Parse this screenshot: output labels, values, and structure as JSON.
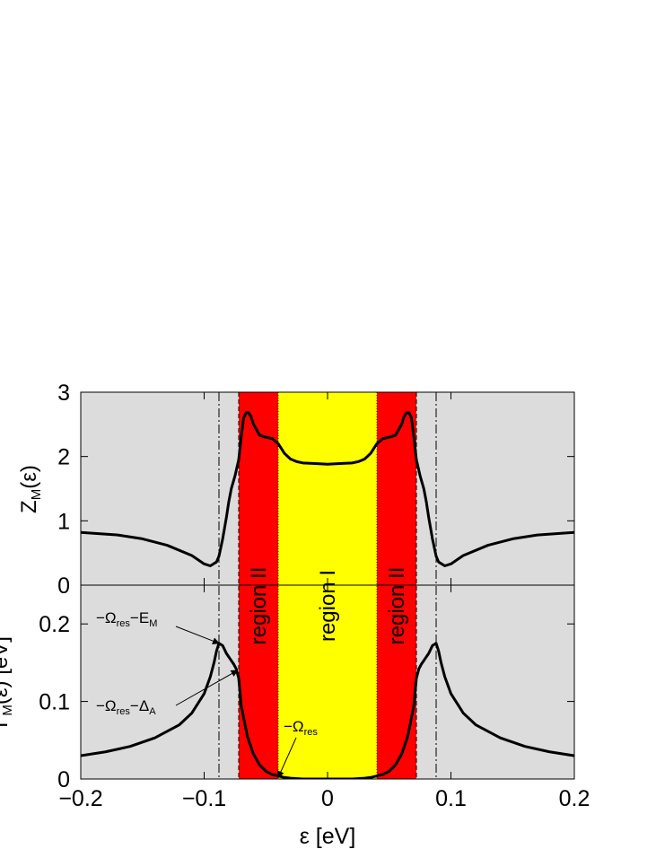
{
  "chart_data": [
    {
      "type": "line",
      "panel": "top",
      "ylabel": "Z_M(ε)",
      "xlim": [
        -0.2,
        0.2
      ],
      "ylim": [
        0,
        3
      ],
      "yticks": [
        "0",
        "1",
        "2",
        "3"
      ],
      "series": [
        {
          "x": [
            -0.2,
            -0.17,
            -0.15,
            -0.13,
            -0.11,
            -0.1,
            -0.095,
            -0.09,
            -0.088,
            -0.085,
            -0.082,
            -0.08,
            -0.078,
            -0.075,
            -0.072,
            -0.07,
            -0.068,
            -0.066,
            -0.064,
            -0.062,
            -0.06,
            -0.055,
            -0.05,
            -0.045,
            -0.04,
            -0.035,
            -0.03,
            -0.025,
            -0.02,
            -0.01,
            0,
            0.01,
            0.02,
            0.025,
            0.03,
            0.035,
            0.04,
            0.045,
            0.05,
            0.055,
            0.06,
            0.062,
            0.064,
            0.066,
            0.068,
            0.07,
            0.072,
            0.075,
            0.078,
            0.08,
            0.082,
            0.085,
            0.088,
            0.09,
            0.095,
            0.1,
            0.11,
            0.13,
            0.15,
            0.17,
            0.2
          ],
          "y": [
            0.82,
            0.78,
            0.72,
            0.62,
            0.46,
            0.33,
            0.3,
            0.36,
            0.45,
            0.72,
            1.05,
            1.3,
            1.5,
            1.7,
            1.95,
            2.3,
            2.6,
            2.68,
            2.68,
            2.62,
            2.5,
            2.33,
            2.3,
            2.28,
            2.2,
            2.05,
            1.96,
            1.92,
            1.9,
            1.89,
            1.88,
            1.89,
            1.9,
            1.92,
            1.96,
            2.05,
            2.2,
            2.28,
            2.3,
            2.33,
            2.5,
            2.62,
            2.68,
            2.68,
            2.6,
            2.3,
            1.95,
            1.7,
            1.5,
            1.3,
            1.05,
            0.72,
            0.45,
            0.36,
            0.3,
            0.33,
            0.46,
            0.62,
            0.72,
            0.78,
            0.82
          ]
        }
      ]
    },
    {
      "type": "line",
      "panel": "bottom",
      "ylabel": "Γ_M(ε) [eV]",
      "xlabel": "ε [eV]",
      "xlim": [
        -0.2,
        0.2
      ],
      "ylim": [
        0,
        0.25
      ],
      "xticks": [
        "−0.2",
        "−0.1",
        "0",
        "0.1",
        "0.2"
      ],
      "yticks": [
        "0",
        "0.1",
        "0.2"
      ],
      "series": [
        {
          "x": [
            -0.2,
            -0.18,
            -0.16,
            -0.14,
            -0.12,
            -0.11,
            -0.1,
            -0.095,
            -0.092,
            -0.09,
            -0.088,
            -0.085,
            -0.082,
            -0.079,
            -0.076,
            -0.074,
            -0.072,
            -0.07,
            -0.065,
            -0.06,
            -0.055,
            -0.05,
            -0.045,
            -0.04,
            -0.035,
            -0.03,
            -0.02,
            0,
            0.02,
            0.03,
            0.035,
            0.04,
            0.045,
            0.05,
            0.055,
            0.06,
            0.065,
            0.07,
            0.072,
            0.074,
            0.076,
            0.079,
            0.082,
            0.085,
            0.088,
            0.09,
            0.092,
            0.095,
            0.1,
            0.11,
            0.12,
            0.14,
            0.16,
            0.18,
            0.2
          ],
          "y": [
            0.03,
            0.035,
            0.042,
            0.053,
            0.07,
            0.085,
            0.11,
            0.132,
            0.15,
            0.165,
            0.175,
            0.172,
            0.162,
            0.155,
            0.148,
            0.142,
            0.13,
            0.095,
            0.055,
            0.032,
            0.018,
            0.01,
            0.006,
            0.004,
            0.002,
            0.001,
            0.0,
            0.0,
            0.0,
            0.001,
            0.002,
            0.004,
            0.006,
            0.01,
            0.018,
            0.032,
            0.055,
            0.095,
            0.13,
            0.142,
            0.148,
            0.155,
            0.162,
            0.172,
            0.175,
            0.165,
            0.15,
            0.132,
            0.11,
            0.085,
            0.07,
            0.053,
            0.042,
            0.035,
            0.03
          ]
        }
      ]
    }
  ],
  "regions": {
    "region_I": {
      "label": "region I",
      "x": [
        -0.04,
        0.04
      ],
      "color": "#ffff00"
    },
    "region_II": {
      "label": "region II",
      "ranges": [
        [
          -0.072,
          -0.04
        ],
        [
          0.04,
          0.072
        ]
      ],
      "color": "#ff0000"
    },
    "background_color": "#dcdcdc",
    "dashed_lines_x": [
      -0.072,
      0.072
    ],
    "dashdot_lines_x": [
      -0.088,
      0.088
    ]
  },
  "annotations": [
    {
      "label": "−Ω",
      "sub": "res",
      "label2": "−E",
      "sub2": "M",
      "point": [
        -0.088,
        0.175
      ]
    },
    {
      "label": "−Ω",
      "sub": "res",
      "label2": "−Δ",
      "sub2": "A",
      "point": [
        -0.073,
        0.14
      ]
    },
    {
      "label": "−Ω",
      "sub": "res",
      "point": [
        -0.04,
        0.002
      ]
    }
  ]
}
